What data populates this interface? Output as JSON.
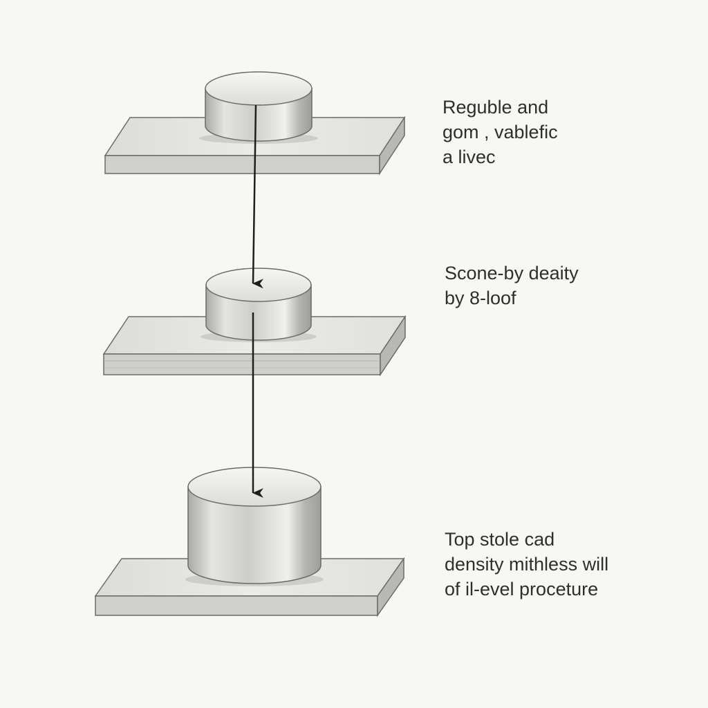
{
  "captions": [
    {
      "lines": [
        "Reguble and",
        "gom , vablefic",
        "a livec"
      ]
    },
    {
      "lines": [
        "Scone-by deaity",
        "by 8-loof"
      ]
    },
    {
      "lines": [
        "Top stole cad",
        "density mithless will",
        "of il-evel proceture"
      ]
    }
  ],
  "colors": {
    "background": "#f7f7f3",
    "plate_top": "#e3e3df",
    "plate_front": "#cfcfcb",
    "plate_side": "#b8b8b4",
    "cylinder_body": "#c9c9c5",
    "cylinder_top": "#ececea",
    "outline": "#6a6a66",
    "arrow": "#1e1e1e",
    "text": "#2e2e2e"
  }
}
